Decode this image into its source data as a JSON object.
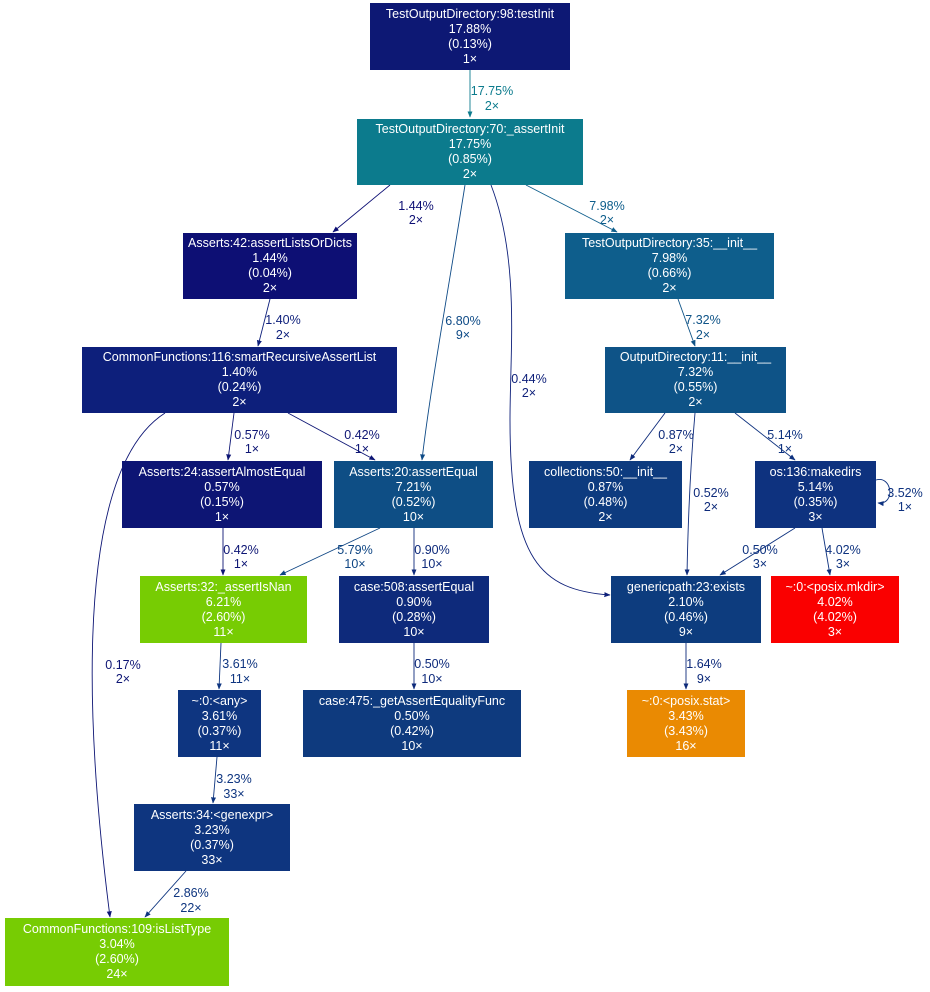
{
  "nodes": [
    {
      "id": "n_testInit",
      "name": "TestOutputDirectory:98:testInit",
      "total": "17.88%",
      "self": "(0.13%)",
      "calls": "1×",
      "color": "#0d1874"
    },
    {
      "id": "n_assertInit",
      "name": "TestOutputDirectory:70:_assertInit",
      "total": "17.75%",
      "self": "(0.85%)",
      "calls": "2×",
      "color": "#0c7b8d"
    },
    {
      "id": "n_assertListsOrDicts",
      "name": "Asserts:42:assertListsOrDicts",
      "total": "1.44%",
      "self": "(0.04%)",
      "calls": "2×",
      "color": "#0d0f74"
    },
    {
      "id": "n_tod_init",
      "name": "TestOutputDirectory:35:__init__",
      "total": "7.98%",
      "self": "(0.66%)",
      "calls": "2×",
      "color": "#0e5e8c"
    },
    {
      "id": "n_smartRecursive",
      "name": "CommonFunctions:116:smartRecursiveAssertList",
      "total": "1.40%",
      "self": "(0.24%)",
      "calls": "2×",
      "color": "#0d1f7b"
    },
    {
      "id": "n_od_init",
      "name": "OutputDirectory:11:__init__",
      "total": "7.32%",
      "self": "(0.55%)",
      "calls": "2×",
      "color": "#0e5387"
    },
    {
      "id": "n_assertAlmostEqual",
      "name": "Asserts:24:assertAlmostEqual",
      "total": "0.57%",
      "self": "(0.15%)",
      "calls": "1×",
      "color": "#0d1574"
    },
    {
      "id": "n_assertEqual",
      "name": "Asserts:20:assertEqual",
      "total": "7.21%",
      "self": "(0.52%)",
      "calls": "10×",
      "color": "#0e4e85"
    },
    {
      "id": "n_collections_init",
      "name": "collections:50:__init__",
      "total": "0.87%",
      "self": "(0.48%)",
      "calls": "2×",
      "color": "#0d3b7f"
    },
    {
      "id": "n_makedirs",
      "name": "os:136:makedirs",
      "total": "5.14%",
      "self": "(0.35%)",
      "calls": "3×",
      "color": "#0e327f"
    },
    {
      "id": "n_assertIsNan",
      "name": "Asserts:32:_assertIsNan",
      "total": "6.21%",
      "self": "(2.60%)",
      "calls": "11×",
      "color": "#77cc03"
    },
    {
      "id": "n_case_assertEqual",
      "name": "case:508:assertEqual",
      "total": "0.90%",
      "self": "(0.28%)",
      "calls": "10×",
      "color": "#0e2a7b"
    },
    {
      "id": "n_genericpath_exists",
      "name": "genericpath:23:exists",
      "total": "2.10%",
      "self": "(0.46%)",
      "calls": "9×",
      "color": "#0d3c7e"
    },
    {
      "id": "n_posix_mkdir",
      "name": "~:0:<posix.mkdir>",
      "total": "4.02%",
      "self": "(4.02%)",
      "calls": "3×",
      "color": "#fa0000"
    },
    {
      "id": "n_any",
      "name": "~:0:<any>",
      "total": "3.61%",
      "self": "(0.37%)",
      "calls": "11×",
      "color": "#0e3580"
    },
    {
      "id": "n_getAssertEqualityFunc",
      "name": "case:475:_getAssertEqualityFunc",
      "total": "0.50%",
      "self": "(0.42%)",
      "calls": "10×",
      "color": "#0e3a7e"
    },
    {
      "id": "n_posix_stat",
      "name": "~:0:<posix.stat>",
      "total": "3.43%",
      "self": "(3.43%)",
      "calls": "16×",
      "color": "#ea8a02"
    },
    {
      "id": "n_genexpr",
      "name": "Asserts:34:<genexpr>",
      "total": "3.23%",
      "self": "(0.37%)",
      "calls": "33×",
      "color": "#0e357f"
    },
    {
      "id": "n_isListType",
      "name": "CommonFunctions:109:isListType",
      "total": "3.04%",
      "self": "(2.60%)",
      "calls": "24×",
      "color": "#77cc03"
    }
  ],
  "edges": [
    {
      "id": "e0",
      "from": "n_testInit",
      "to": "n_assertInit",
      "pct": "17.75%",
      "calls": "2×",
      "color": "#0c7b8d"
    },
    {
      "id": "e1",
      "from": "n_assertInit",
      "to": "n_assertListsOrDicts",
      "pct": "1.44%",
      "calls": "2×",
      "color": "#0d0f74"
    },
    {
      "id": "e2",
      "from": "n_assertInit",
      "to": "n_tod_init",
      "pct": "7.98%",
      "calls": "2×",
      "color": "#0e5e8c"
    },
    {
      "id": "e3",
      "from": "n_assertInit",
      "to": "n_assertEqual",
      "pct": "6.80%",
      "calls": "9×",
      "color": "#0e4a86"
    },
    {
      "id": "e4",
      "from": "n_assertInit",
      "to": "n_genericpath_exists",
      "pct": "0.44%",
      "calls": "2×",
      "color": "#0d1f79"
    },
    {
      "id": "e5",
      "from": "n_assertListsOrDicts",
      "to": "n_smartRecursive",
      "pct": "1.40%",
      "calls": "2×",
      "color": "#0d1f7b"
    },
    {
      "id": "e6",
      "from": "n_tod_init",
      "to": "n_od_init",
      "pct": "7.32%",
      "calls": "2×",
      "color": "#0e5387"
    },
    {
      "id": "e7",
      "from": "n_smartRecursive",
      "to": "n_assertAlmostEqual",
      "pct": "0.57%",
      "calls": "1×",
      "color": "#0d1574"
    },
    {
      "id": "e8",
      "from": "n_smartRecursive",
      "to": "n_assertEqual",
      "pct": "0.42%",
      "calls": "1×",
      "color": "#0d1574"
    },
    {
      "id": "e9",
      "from": "n_smartRecursive",
      "to": "n_isListType",
      "pct": "0.17%",
      "calls": "2×",
      "color": "#0d1574"
    },
    {
      "id": "e10",
      "from": "n_od_init",
      "to": "n_collections_init",
      "pct": "0.87%",
      "calls": "2×",
      "color": "#0d2a7a"
    },
    {
      "id": "e11",
      "from": "n_od_init",
      "to": "n_genericpath_exists",
      "pct": "0.52%",
      "calls": "2×",
      "color": "#0d2a7a"
    },
    {
      "id": "e12",
      "from": "n_od_init",
      "to": "n_makedirs",
      "pct": "5.14%",
      "calls": "1×",
      "color": "#0e327f"
    },
    {
      "id": "e13",
      "from": "n_makedirs",
      "to": "n_makedirs",
      "pct": "3.52%",
      "calls": "1×",
      "color": "#0e327f"
    },
    {
      "id": "e14",
      "from": "n_assertAlmostEqual",
      "to": "n_assertIsNan",
      "pct": "0.42%",
      "calls": "1×",
      "color": "#0d1574"
    },
    {
      "id": "e15",
      "from": "n_assertEqual",
      "to": "n_assertIsNan",
      "pct": "5.79%",
      "calls": "10×",
      "color": "#0e4583"
    },
    {
      "id": "e16",
      "from": "n_assertEqual",
      "to": "n_case_assertEqual",
      "pct": "0.90%",
      "calls": "10×",
      "color": "#0e2a7b"
    },
    {
      "id": "e17",
      "from": "n_makedirs",
      "to": "n_genericpath_exists",
      "pct": "0.50%",
      "calls": "3×",
      "color": "#0e327f"
    },
    {
      "id": "e18",
      "from": "n_makedirs",
      "to": "n_posix_mkdir",
      "pct": "4.02%",
      "calls": "3×",
      "color": "#0e327f"
    },
    {
      "id": "e19",
      "from": "n_assertIsNan",
      "to": "n_any",
      "pct": "3.61%",
      "calls": "11×",
      "color": "#0e3580"
    },
    {
      "id": "e20",
      "from": "n_case_assertEqual",
      "to": "n_getAssertEqualityFunc",
      "pct": "0.50%",
      "calls": "10×",
      "color": "#0e2a7b"
    },
    {
      "id": "e21",
      "from": "n_genericpath_exists",
      "to": "n_posix_stat",
      "pct": "1.64%",
      "calls": "9×",
      "color": "#0d2a7a"
    },
    {
      "id": "e22",
      "from": "n_any",
      "to": "n_genexpr",
      "pct": "3.23%",
      "calls": "33×",
      "color": "#0e3580"
    },
    {
      "id": "e23",
      "from": "n_genexpr",
      "to": "n_isListType",
      "pct": "2.86%",
      "calls": "22×",
      "color": "#0e357f"
    }
  ]
}
